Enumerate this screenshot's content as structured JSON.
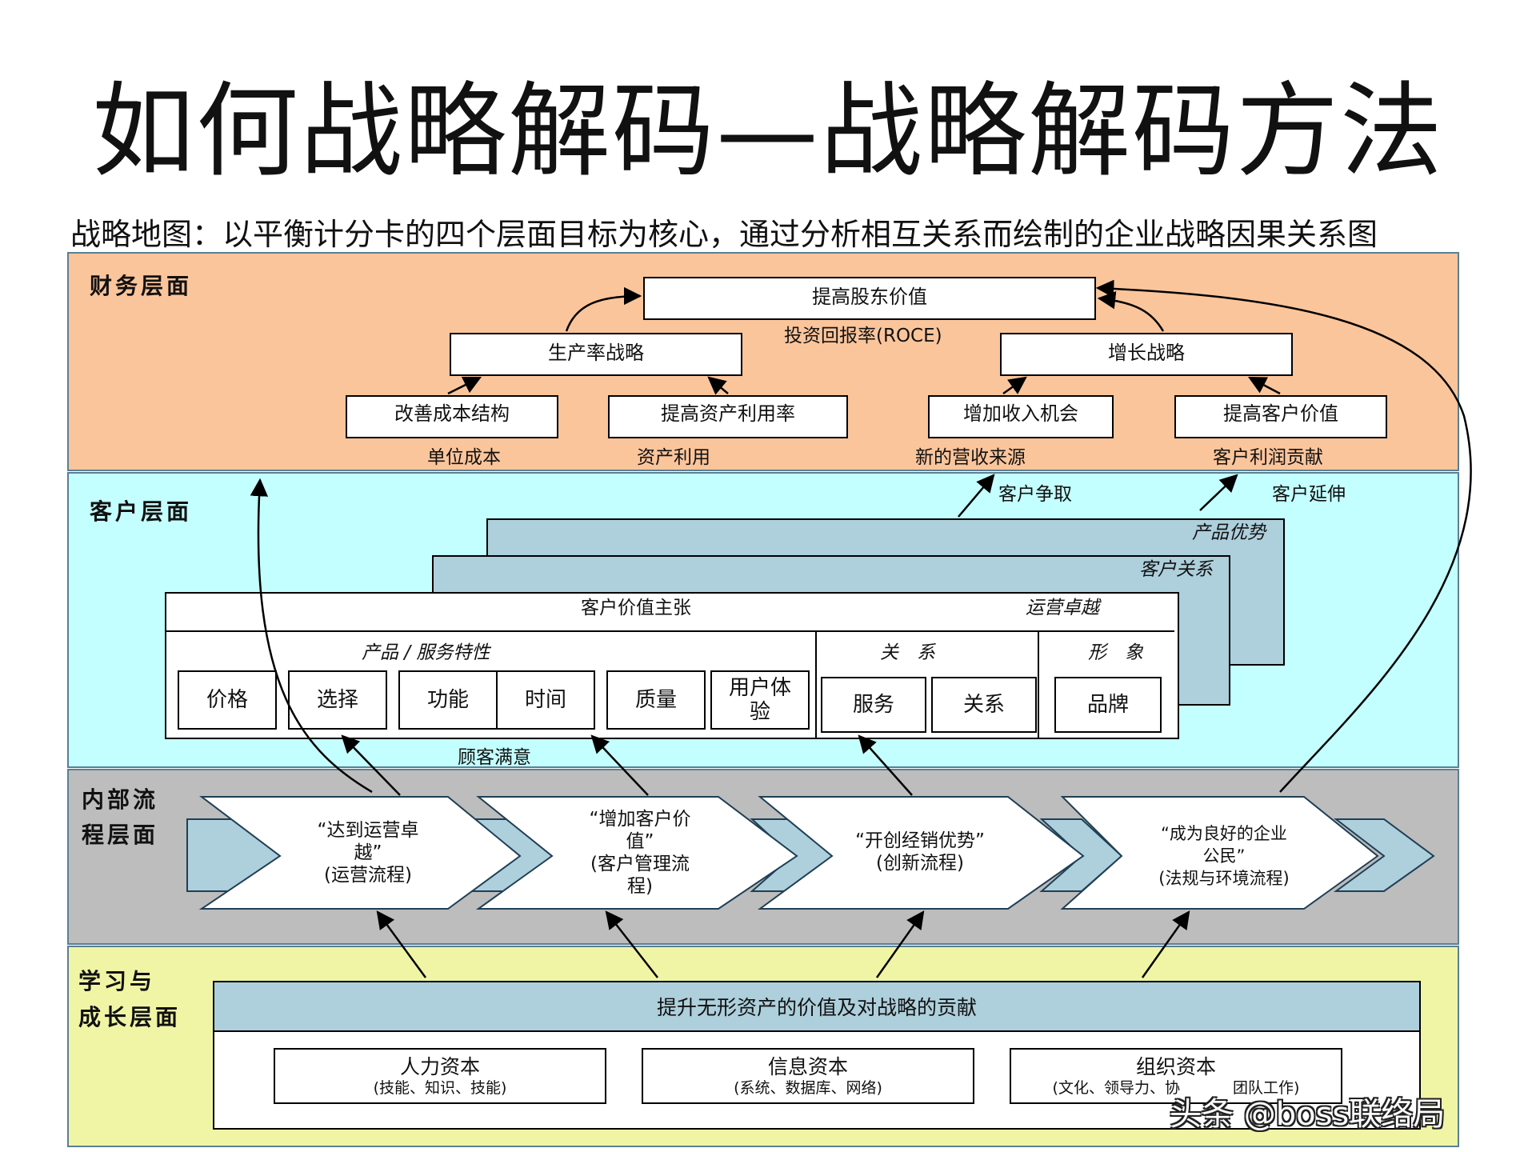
{
  "title": "如何战略解码—战略解码方法",
  "subtitle": "战略地图：以平衡计分卡的四个层面目标为核心，通过分析相互关系而绘制的企业战略因果关系图",
  "colors": {
    "financial_bg": "#fbc59c",
    "customer_bg": "#c4ffff",
    "internal_bg": "#bdbdbd",
    "learning_bg": "#f0f5a6",
    "slab": "#aecfdc",
    "border": "#5a7f94"
  },
  "financial": {
    "label": "财务层面",
    "top": "提高股东价值",
    "roce": "投资回报率(ROCE)",
    "productivity": "生产率战略",
    "growth": "增长战略",
    "cost": "改善成本结构",
    "asset": "提高资产利用率",
    "revenue": "增加收入机会",
    "customer_value": "提高客户价值",
    "unit_cost": "单位成本",
    "asset_use": "资产利用",
    "new_revenue": "新的营收来源",
    "profit": "客户利润贡献"
  },
  "customer": {
    "label": "客户层面",
    "acquire": "客户争取",
    "extend": "客户延伸",
    "product_adv": "产品优势",
    "relation": "客户关系",
    "vp_title": "客户价值主张",
    "op_excellence": "运营卓越",
    "product_attr": "产品 / 服务特性",
    "rel_head": "关　系",
    "image_head": "形　象",
    "cells": [
      "价格",
      "选择",
      "功能",
      "时间",
      "质量",
      "用户体验"
    ],
    "service": "服务",
    "relationship": "关系",
    "brand": "品牌",
    "satisfaction": "顾客满意"
  },
  "internal": {
    "label": "内部流程层面",
    "label_l1": "内部流",
    "label_l2": "程层面",
    "p1a": "“达到运营卓",
    "p1b": "越”",
    "p1c": "(运营流程)",
    "p2a": "“增加客户价",
    "p2b": "值”",
    "p2c": "(客户管理流",
    "p2d": "程)",
    "p3a": "“开创经销优势”",
    "p3b": "(创新流程)",
    "p4a": "“成为良好的企业",
    "p4b": "公民”",
    "p4c": "(法规与环境流程)"
  },
  "learning": {
    "label_l1": "学习与",
    "label_l2": "成长层面",
    "slab": "提升无形资产的价值及对战略的贡献",
    "human": "人力资本",
    "human_sub": "(技能、知识、技能)",
    "info": "信息资本",
    "info_sub": "(系统、数据库、网络)",
    "org": "组织资本",
    "org_sub": "(文化、领导力、协",
    "org_sub_end": "团队工作)"
  },
  "watermark": "头条 @boss联络局"
}
